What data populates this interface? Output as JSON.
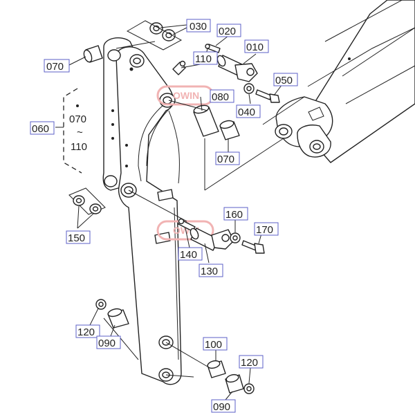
{
  "diagram": {
    "labels": {
      "l010": "010",
      "l020": "020",
      "l030": "030",
      "l040": "040",
      "l050": "050",
      "l060": "060",
      "l070a": "070",
      "l070b": "070",
      "l080": "080",
      "l090a": "090",
      "l090b": "090",
      "l100": "100",
      "l110": "110",
      "l120a": "120",
      "l120b": "120",
      "l130": "130",
      "l140": "140",
      "l150": "150",
      "l160": "160",
      "l170": "170"
    },
    "range": {
      "from": "070",
      "tilde": "~",
      "to": "110"
    },
    "watermark": "OWIN"
  }
}
